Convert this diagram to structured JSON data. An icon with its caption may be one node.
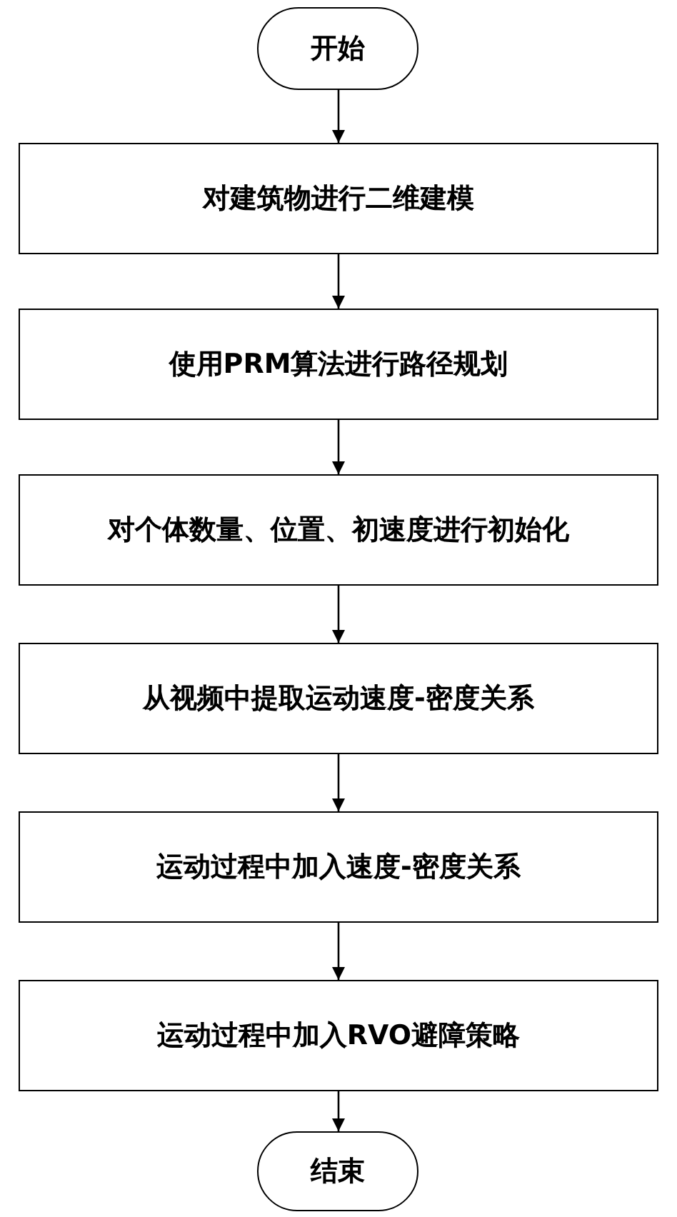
{
  "diagram": {
    "nodes": [
      {
        "text": [
          "开始"
        ]
      },
      {
        "text": [
          "对建筑物进行二维建模"
        ]
      },
      {
        "text": [
          "使用PRM算法进行路径规划"
        ]
      },
      {
        "text": [
          "对个体数量、位置、初速度进行初始化"
        ]
      },
      {
        "text": [
          "从视频中提取运动速度-密度关系"
        ]
      },
      {
        "text": [
          "运动过程中加入速度-密度关系"
        ]
      },
      {
        "text": [
          "运动过程中加入RVO避障策略"
        ]
      },
      {
        "text": [
          "结束"
        ]
      }
    ],
    "edges": [
      {
        "from": 0,
        "to": 1,
        "arrow": "to"
      },
      {
        "from": 1,
        "to": 2,
        "arrow": "to"
      },
      {
        "from": 2,
        "to": 3,
        "arrow": "to"
      },
      {
        "from": 3,
        "to": 4,
        "arrow": "to"
      },
      {
        "from": 4,
        "to": 5,
        "arrow": "to"
      },
      {
        "from": 5,
        "to": 6,
        "arrow": "to"
      },
      {
        "from": 6,
        "to": 7,
        "arrow": "to"
      }
    ]
  }
}
